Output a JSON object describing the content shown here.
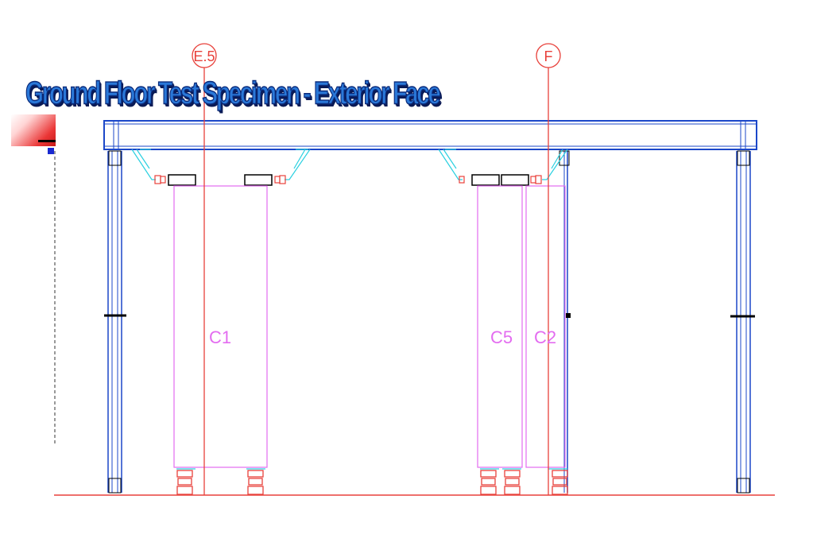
{
  "title": "Ground Floor Test Specimen - Exterior Face",
  "grid_lines": [
    {
      "label": "E.5"
    },
    {
      "label": "F"
    }
  ],
  "columns": [
    {
      "label": "C1"
    },
    {
      "label": "C5"
    },
    {
      "label": "C2"
    }
  ],
  "colors": {
    "steel": "#1b47c9",
    "grid": "#e8413b",
    "specimen": "#e36cf0",
    "bracket": "#2ad0e0",
    "title_fill": "#2a78d8"
  }
}
